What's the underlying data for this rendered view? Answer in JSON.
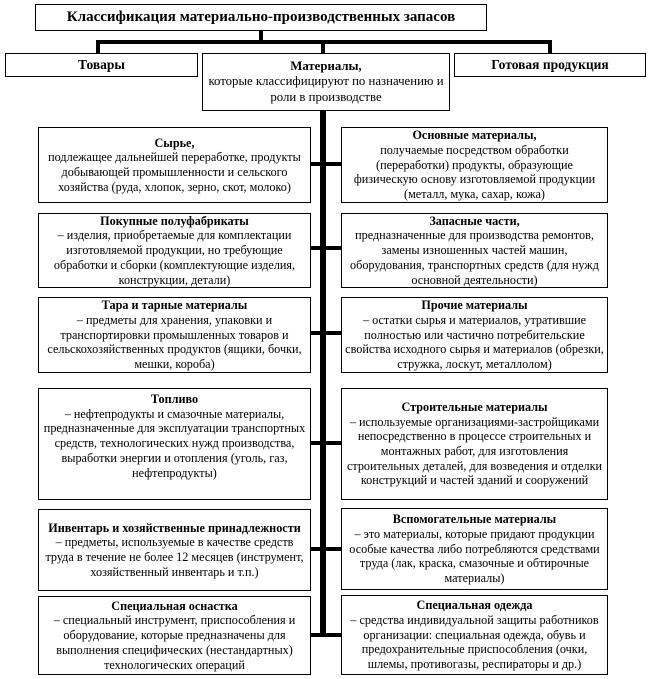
{
  "diagram": {
    "title": "Классификация материально-производственных запасов",
    "top_nodes": {
      "tovary": "Товары",
      "materialy_head": "Материалы,",
      "materialy_sub": "которые классифицируют по назначению и роли в производстве",
      "gotovaya": "Готовая продукция"
    },
    "left_column": [
      {
        "title": "Сырье,",
        "body": "подлежащее дальнейшей переработке, продукты добывающей промышленности и сельского хозяйства (руда, хлопок, зерно, скот, молоко)"
      },
      {
        "title": "Покупные полуфабрикаты",
        "body": "– изделия, приобретаемые для комплектации изготовляемой продукции, но требующие обработки и сборки (комплектующие изделия, конструкции, детали)"
      },
      {
        "title": "Тара и тарные материалы",
        "body": "– предметы для хранения, упаковки и транспортировки промышленных товаров и сельскохозяйственных продуктов (ящики, бочки, мешки, короба)"
      },
      {
        "title": "Топливо",
        "body": "– нефтепродукты и смазочные материалы, предназначенные для эксплуатации транспортных средств, технологических нужд производства, выработки энергии и отопления (уголь, газ, нефтепродукты)"
      },
      {
        "title": "Инвентарь и хозяйственные принадлежности",
        "body": "– предметы, используемые в качестве средств труда в течение не более 12 месяцев (инструмент, хозяйственный инвентарь и т.п.)"
      },
      {
        "title": "Специальная оснастка",
        "body": "– специальный инструмент, приспособления и оборудование, которые предназначены для выполнения специфических (нестандартных) технологических операций"
      }
    ],
    "right_column": [
      {
        "title": "Основные материалы,",
        "body": "получаемые посредством обработки (переработки) продукты, образующие физическую основу изготовляемой продукции (металл, мука, сахар, кожа)"
      },
      {
        "title": "Запасные части,",
        "body": "предназначенные для производства ремонтов, замены изношенных частей машин, оборудования, транспортных средств (для нужд основной деятельности)"
      },
      {
        "title": "Прочие материалы",
        "body": "– остатки сырья и материалов, утратившие полностью или частично потребительские свойства исходного сырья и материалов (обрезки, стружка, лоскут, металлолом)"
      },
      {
        "title": "Строительные материалы",
        "body": "– используемые организациями-застройщиками непосредственно в процессе строительных и монтажных работ, для изготовления строительных деталей, для возведения и отделки конструкций и частей зданий и сооружений"
      },
      {
        "title": "Вспомогательные материалы",
        "body": "– это материалы, которые придают продукции особые качества либо потребляются средствами труда (лак, краска, смазочные и обтирочные материалы)"
      },
      {
        "title": "Специальная одежда",
        "body": "– средства индивидуальной защиты работников организации: специальная одежда, обувь и предохранительные приспособления (очки, шлемы, противогазы, респираторы и др.)"
      }
    ],
    "colors": {
      "line": "#000000",
      "box_border": "#000000",
      "background": "#ffffff"
    }
  }
}
